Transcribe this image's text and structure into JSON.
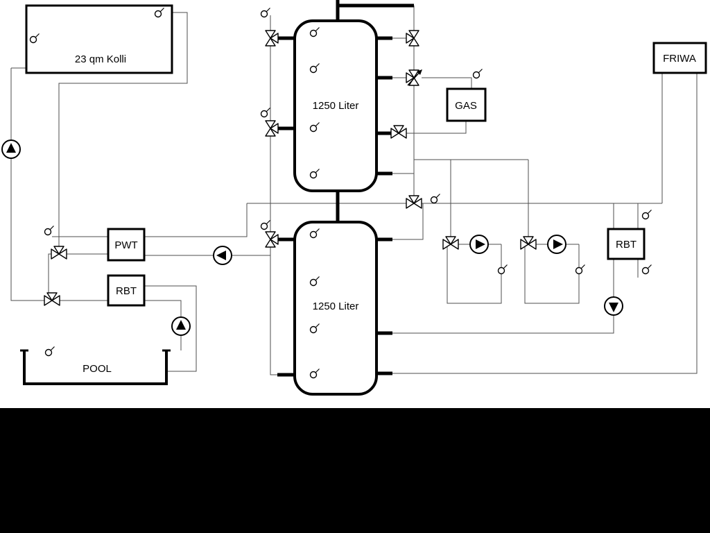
{
  "diagram": {
    "type": "hydraulic-heating-schematic",
    "background_color": "#ffffff",
    "letterbox_color": "#000000",
    "pipe_color": "#4d4d4d",
    "outline_color": "#000000",
    "labels": {
      "collector": "23 qm Kolli",
      "upper_tank": "1250 Liter",
      "lower_tank": "1250 Liter",
      "gas_boiler": "GAS",
      "friwa_station": "FRIWA",
      "pwt_heat_exchanger": "PWT",
      "pool_rbt_heat_exchanger": "RBT",
      "right_rbt_heat_exchanger": "RBT",
      "pool": "POOL"
    },
    "symbols": {
      "pumps": [
        {
          "name": "solar-pump",
          "direction": "up"
        },
        {
          "name": "pool-pump",
          "direction": "up"
        },
        {
          "name": "pwt-charge-pump",
          "direction": "left"
        },
        {
          "name": "heating-circuit-1-pump",
          "direction": "right"
        },
        {
          "name": "heating-circuit-2-pump",
          "direction": "right"
        },
        {
          "name": "rbt-circuit-pump",
          "direction": "down"
        }
      ],
      "valves": [
        {
          "name": "solar-pwt-three-way-valve",
          "type": "three-way"
        },
        {
          "name": "pool-three-way-valve",
          "type": "three-way"
        },
        {
          "name": "upper-tank-top-left-valve",
          "type": "three-way"
        },
        {
          "name": "upper-tank-mid-left-valve",
          "type": "three-way"
        },
        {
          "name": "lower-tank-left-valve",
          "type": "three-way"
        },
        {
          "name": "upper-tank-top-right-valve",
          "type": "three-way"
        },
        {
          "name": "gas-regulating-valve",
          "type": "regulating-with-arrow"
        },
        {
          "name": "gas-return-valve",
          "type": "three-way"
        },
        {
          "name": "distribution-three-way-valve",
          "type": "three-way"
        },
        {
          "name": "heating-circuit-1-mixing-valve",
          "type": "three-way"
        },
        {
          "name": "heating-circuit-2-mixing-valve",
          "type": "three-way"
        }
      ],
      "temperature_sensor_count": 21
    }
  }
}
